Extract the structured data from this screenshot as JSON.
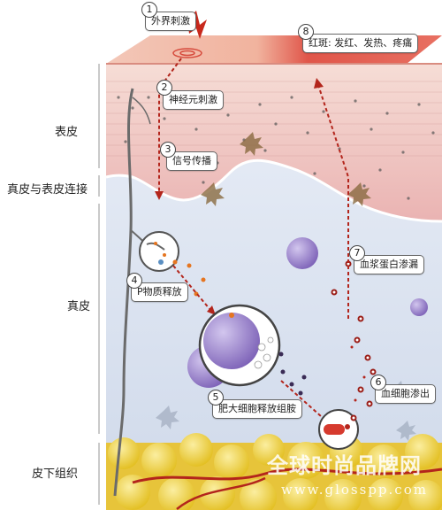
{
  "layers": {
    "epidermis": "表皮",
    "dej": "真皮与表皮连接",
    "dermis": "真皮",
    "subcutaneous": "皮下组织"
  },
  "steps": [
    {
      "num": "1",
      "label": "外界刺激"
    },
    {
      "num": "2",
      "label": "神经元刺激"
    },
    {
      "num": "3",
      "label": "信号传播"
    },
    {
      "num": "4",
      "label": "P物质释放"
    },
    {
      "num": "5",
      "label": "肥大细胞释放组胺"
    },
    {
      "num": "6",
      "label": "血细胞渗出"
    },
    {
      "num": "7",
      "label": "血浆蛋白渗漏"
    },
    {
      "num": "8",
      "label": "红斑: 发红、发热、疼痛"
    }
  ],
  "watermark": {
    "text": "全球时尚品牌网",
    "url": "www.glosspp.com"
  },
  "colors": {
    "epidermis": "#f2c9c4",
    "dermis": "#dfe6f2",
    "fat": "#f3d743",
    "arrow": "#b3251c",
    "mast_cell": "#9b85c9"
  }
}
